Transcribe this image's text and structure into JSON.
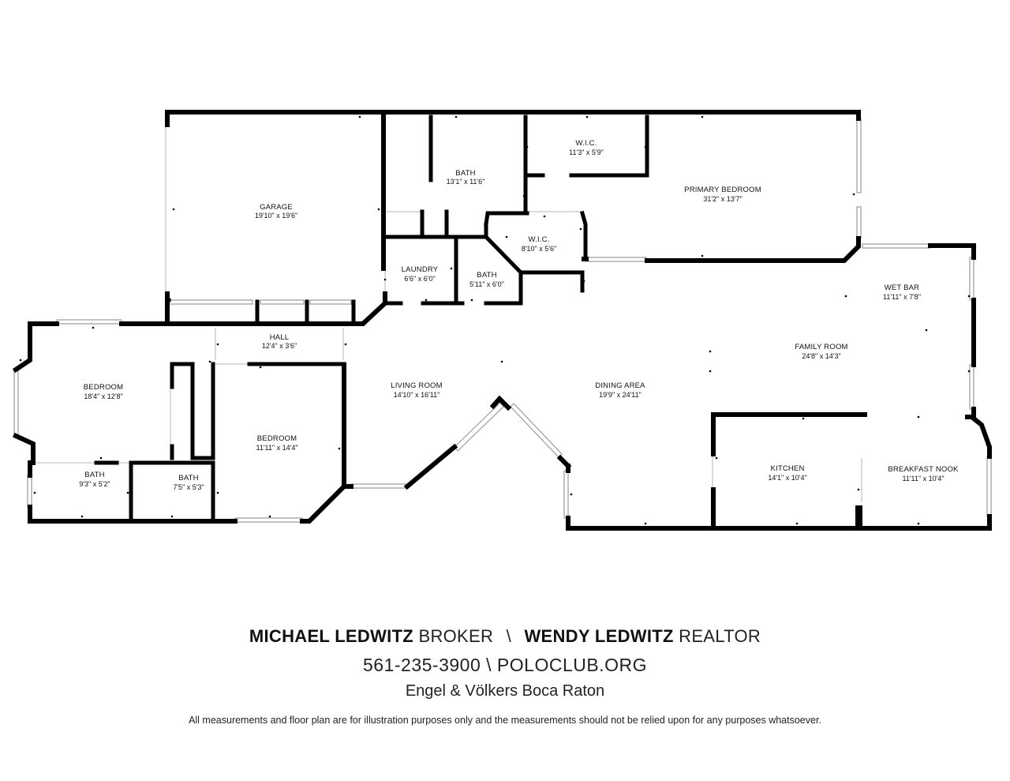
{
  "rooms": [
    {
      "id": "garage",
      "name": "GARAGE",
      "dims": "19'10\" x 19'6\""
    },
    {
      "id": "bath-upper",
      "name": "BATH",
      "dims": "13'1\" x 11'6\""
    },
    {
      "id": "wic-upper",
      "name": "W.I.C.",
      "dims": "11'3\" x 5'9\""
    },
    {
      "id": "primary-bedroom",
      "name": "PRIMARY BEDROOM",
      "dims": "31'2\" x 13'7\""
    },
    {
      "id": "wic-middle",
      "name": "W.I.C.",
      "dims": "8'10\" x 5'6\""
    },
    {
      "id": "laundry",
      "name": "LAUNDRY",
      "dims": "6'6\" x 6'0\""
    },
    {
      "id": "bath-middle",
      "name": "BATH",
      "dims": "5'11\" x 6'0\""
    },
    {
      "id": "wet-bar",
      "name": "WET BAR",
      "dims": "11'11\" x 7'8\""
    },
    {
      "id": "hall",
      "name": "HALL",
      "dims": "12'4\" x 3'6\""
    },
    {
      "id": "family-room",
      "name": "FAMILY ROOM",
      "dims": "24'8\" x 14'3\""
    },
    {
      "id": "bedroom-left",
      "name": "BEDROOM",
      "dims": "18'4\" x 12'8\""
    },
    {
      "id": "living-room",
      "name": "LIVING ROOM",
      "dims": "14'10\" x 16'11\""
    },
    {
      "id": "dining-area",
      "name": "DINING AREA",
      "dims": "19'9\" x 24'11\""
    },
    {
      "id": "bedroom-center",
      "name": "BEDROOM",
      "dims": "11'11\" x 14'4\""
    },
    {
      "id": "kitchen",
      "name": "KITCHEN",
      "dims": "14'1\" x 10'4\""
    },
    {
      "id": "breakfast-nook",
      "name": "BREAKFAST NOOK",
      "dims": "11'11\" x 10'4\""
    },
    {
      "id": "bath-lower-left",
      "name": "BATH",
      "dims": "9'3\" x 5'2\""
    },
    {
      "id": "bath-lower-mid",
      "name": "BATH",
      "dims": "7'5\" x 5'3\""
    }
  ],
  "footer": {
    "agent1_name": "MICHAEL LEDWITZ",
    "agent1_role": "BROKER",
    "separator": "\\",
    "agent2_name": "WENDY LEDWITZ",
    "agent2_role": "REALTOR",
    "contact": "561-235-3900 \\ POLOCLUB.ORG",
    "brokerage": "Engel & Völkers Boca Raton",
    "disclaimer": "All measurements and floor plan are for illustration purposes only and the measurements should not be relied upon for any purposes whatsoever."
  }
}
